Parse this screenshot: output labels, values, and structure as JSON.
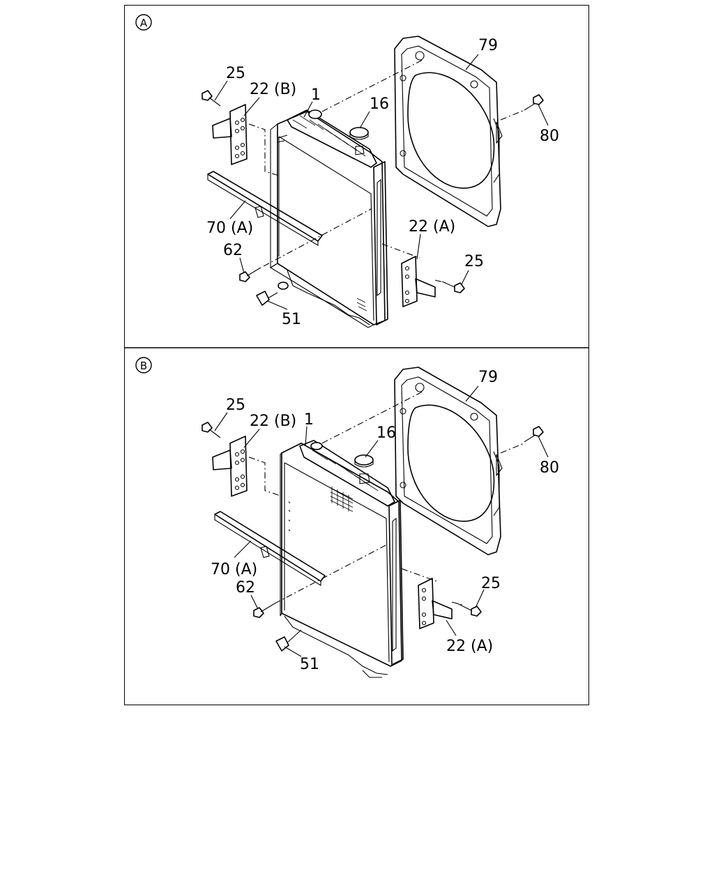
{
  "panels": [
    {
      "id": "A",
      "badge": "A",
      "callouts": {
        "c25_top": "25",
        "c22b": "22 (B)",
        "c1": "1",
        "c16": "16",
        "c79": "79",
        "c80": "80",
        "c70a": "70 (A)",
        "c22a": "22 (A)",
        "c62": "62",
        "c25_right": "25",
        "c51": "51"
      }
    },
    {
      "id": "B",
      "badge": "B",
      "callouts": {
        "c25_top": "25",
        "c22b": "22 (B)",
        "c1": "1",
        "c16": "16",
        "c79": "79",
        "c80": "80",
        "c70a": "70 (A)",
        "c62": "62",
        "c25_right": "25",
        "c22a": "22 (A)",
        "c51": "51"
      }
    }
  ]
}
